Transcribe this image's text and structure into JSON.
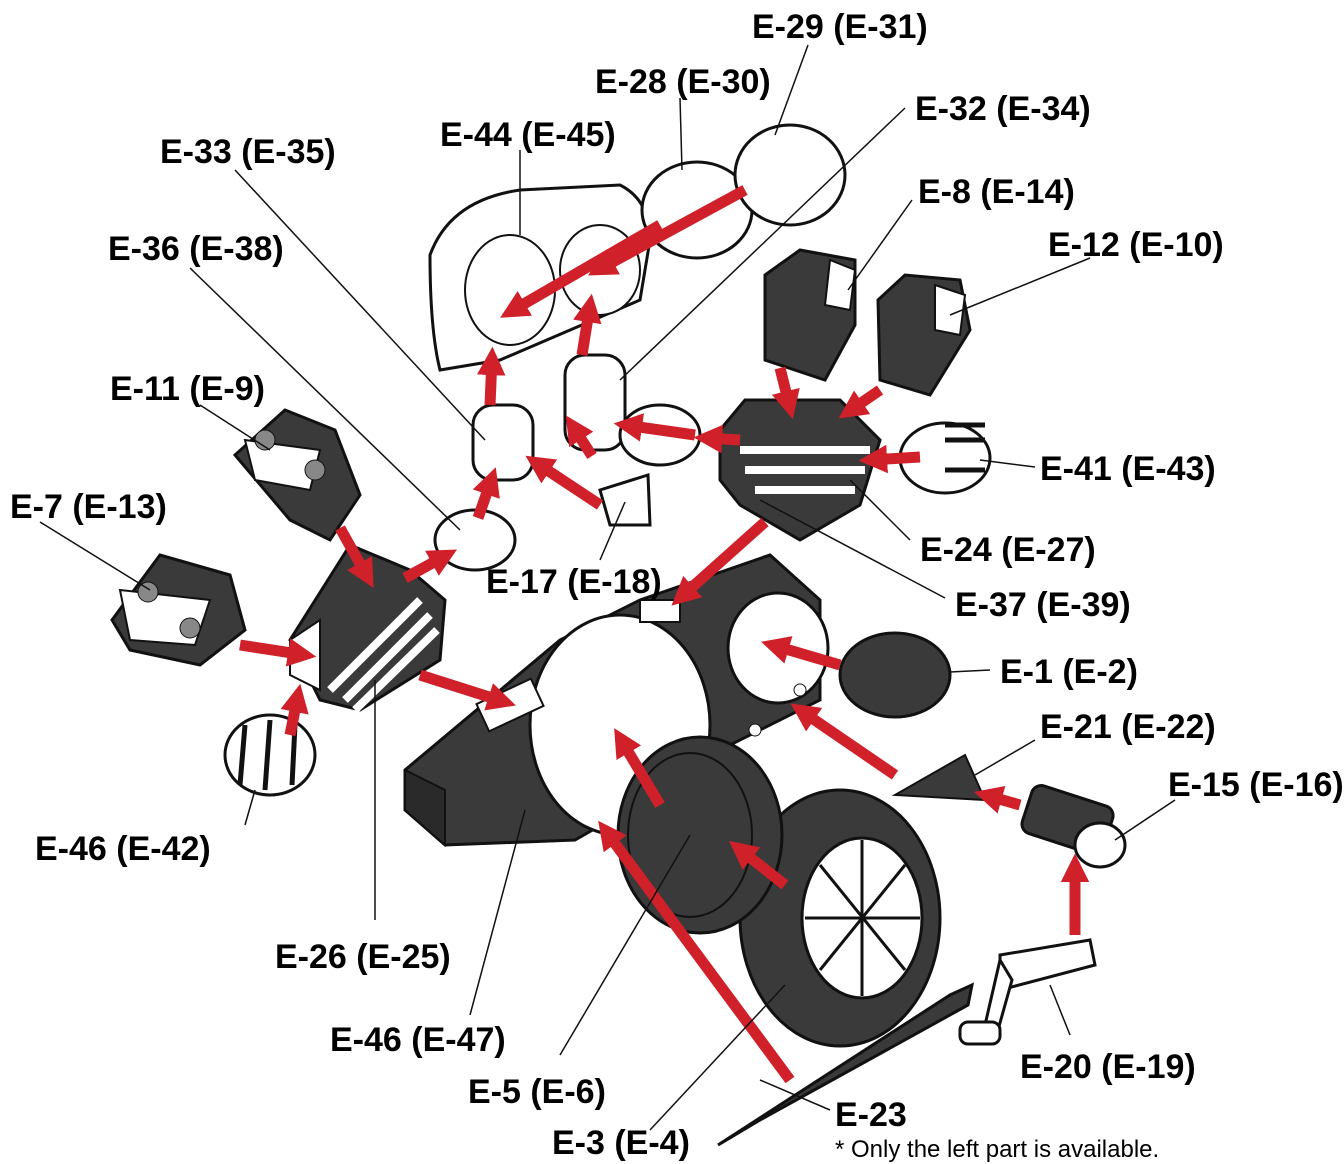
{
  "labels": {
    "e29": "E-29 (E-31)",
    "e28": "E-28 (E-30)",
    "e32": "E-32 (E-34)",
    "e44": "E-44 (E-45)",
    "e33": "E-33 (E-35)",
    "e8": "E-8 (E-14)",
    "e36": "E-36 (E-38)",
    "e12": "E-12 (E-10)",
    "e11": "E-11 (E-9)",
    "e7": "E-7 (E-13)",
    "e41": "E-41 (E-43)",
    "e24": "E-24 (E-27)",
    "e17": "E-17 (E-18)",
    "e37": "E-37 (E-39)",
    "e1": "E-1 (E-2)",
    "e21": "E-21 (E-22)",
    "e15": "E-15 (E-16)",
    "e46a": "E-46 (E-42)",
    "e26": "E-26 (E-25)",
    "e46b": "E-46 (E-47)",
    "e5": "E-5 (E-6)",
    "e3": "E-3 (E-4)",
    "e23": "E-23",
    "e20": "E-20 (E-19)"
  },
  "note": "* Only the left part is available.",
  "colors": {
    "part": "#3a3a3a",
    "arrow": "#d0202a",
    "outline": "#111111",
    "light": "#ffffff"
  }
}
